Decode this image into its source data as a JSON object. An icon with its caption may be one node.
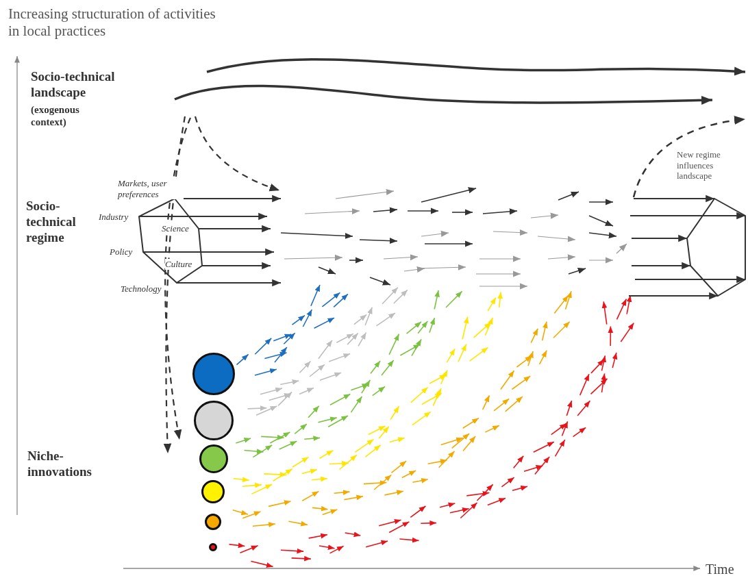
{
  "diagram": {
    "nodes": [
      {
        "text": [
          "Science",
          "Culture"
        ],
        "beside": [
          "Markets, user preferences",
          "Industry",
          "Policy",
          "Technology"
        ]
      },
      {
        "text": [],
        "shape": "hexagon"
      },
      {
        "text": [],
        "shape": "circle"
      },
      {
        "text": [],
        "shape": "circle"
      },
      {
        "text": [],
        "shape": "circle"
      },
      {
        "text": [],
        "shape": "circle"
      },
      {
        "text": [],
        "shape": "circle"
      },
      {
        "text": [],
        "shape": "circle"
      }
    ],
    "edges": [
      {
        "from": 0,
        "to": null,
        "arrow": "to"
      },
      {
        "from": 0,
        "to": null,
        "arrow": "to"
      },
      {
        "from": 0,
        "to": null,
        "arrow": "to"
      },
      {
        "from": 0,
        "to": null,
        "arrow": "to"
      },
      {
        "from": 0,
        "to": null,
        "arrow": "to"
      },
      {
        "from": 0,
        "to": null,
        "arrow": "to"
      },
      {
        "from": null,
        "to": 1,
        "arrow": "to"
      },
      {
        "from": null,
        "to": 1,
        "arrow": "to"
      },
      {
        "from": null,
        "to": 1,
        "arrow": "to"
      },
      {
        "from": null,
        "to": 1,
        "arrow": "to"
      },
      {
        "from": null,
        "to": 1,
        "arrow": "to"
      },
      {
        "from": null,
        "to": 1,
        "arrow": "to"
      }
    ],
    "labels": [
      "Increasing structuration of activities in local practices",
      "Socio-technical landscape",
      "(exogenous context)",
      "Socio-technical regime",
      "New regime influences landscape",
      "Niche-innovations",
      "Time"
    ]
  }
}
